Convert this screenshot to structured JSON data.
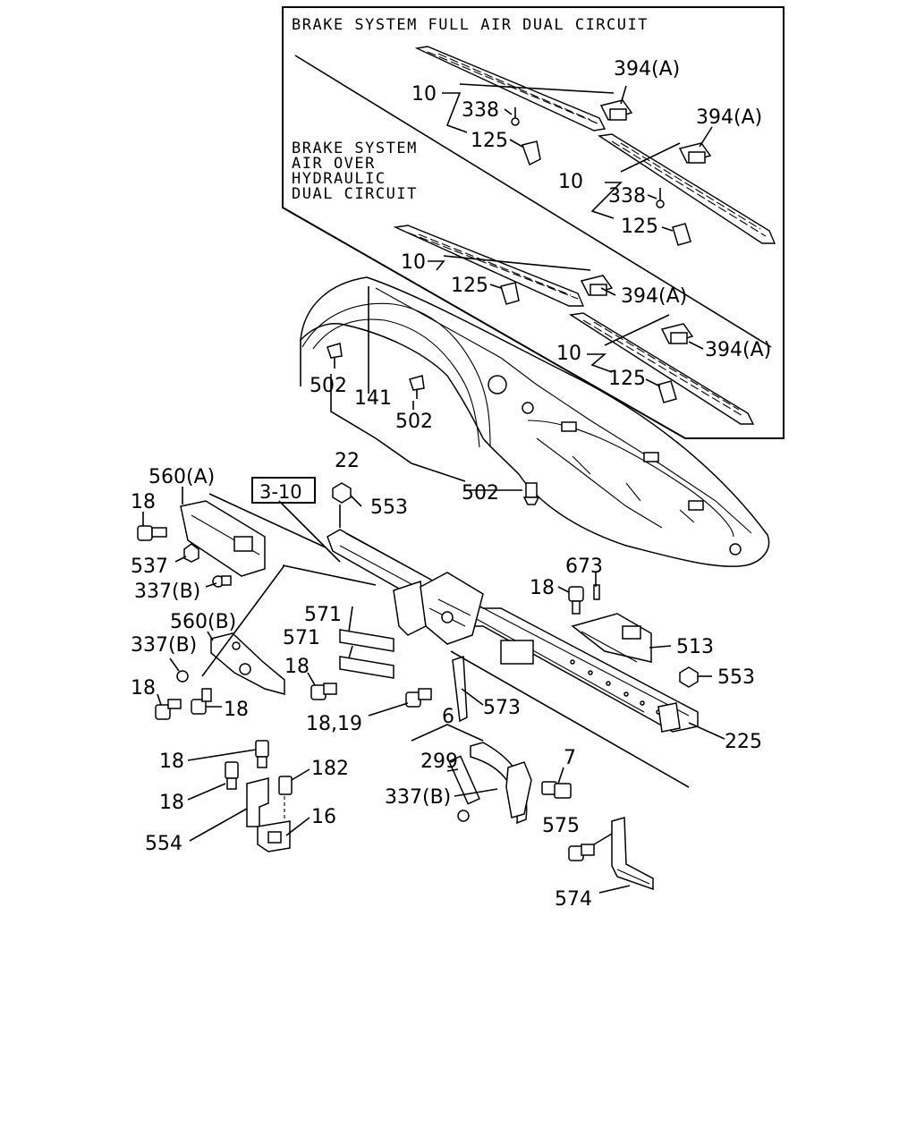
{
  "captions": {
    "full_air": "BRAKE SYSTEM FULL AIR DUAL CIRCUIT",
    "air_over": [
      "BRAKE SYSTEM",
      "AIR OVER",
      "HYDRAULIC",
      "DUAL CIRCUIT"
    ]
  },
  "reference_box": "3-10",
  "labels": {
    "l10a": "10",
    "l338a": "338",
    "l125a": "125",
    "l394a": "394(A)",
    "l394b": "394(A)",
    "l10b": "10",
    "l338b": "338",
    "l125b": "125",
    "l10c": "10",
    "l125c": "125",
    "l394c": "394(A)",
    "l10d": "10",
    "l125d": "125",
    "l394d": "394(A)",
    "l502a": "502",
    "l141": "141",
    "l502b": "502",
    "l22": "22",
    "l502c": "502",
    "l560a": "560(A)",
    "l18a": "18",
    "l553a": "553",
    "l537": "537",
    "l337a": "337(B)",
    "l560b": "560(B)",
    "l337b": "337(B)",
    "l18b": "18",
    "l18c": "18",
    "l571a": "571",
    "l571b": "571",
    "l18d": "18",
    "l1819": "18,19",
    "l573": "573",
    "l673": "673",
    "l18e": "18",
    "l513": "513",
    "l553b": "553",
    "l225": "225",
    "l18f": "18",
    "l18g": "18",
    "l182": "182",
    "l554": "554",
    "l16": "16",
    "l6": "6",
    "l299": "299",
    "l7": "7",
    "l337c": "337(B)",
    "l575": "575",
    "l574": "574"
  }
}
